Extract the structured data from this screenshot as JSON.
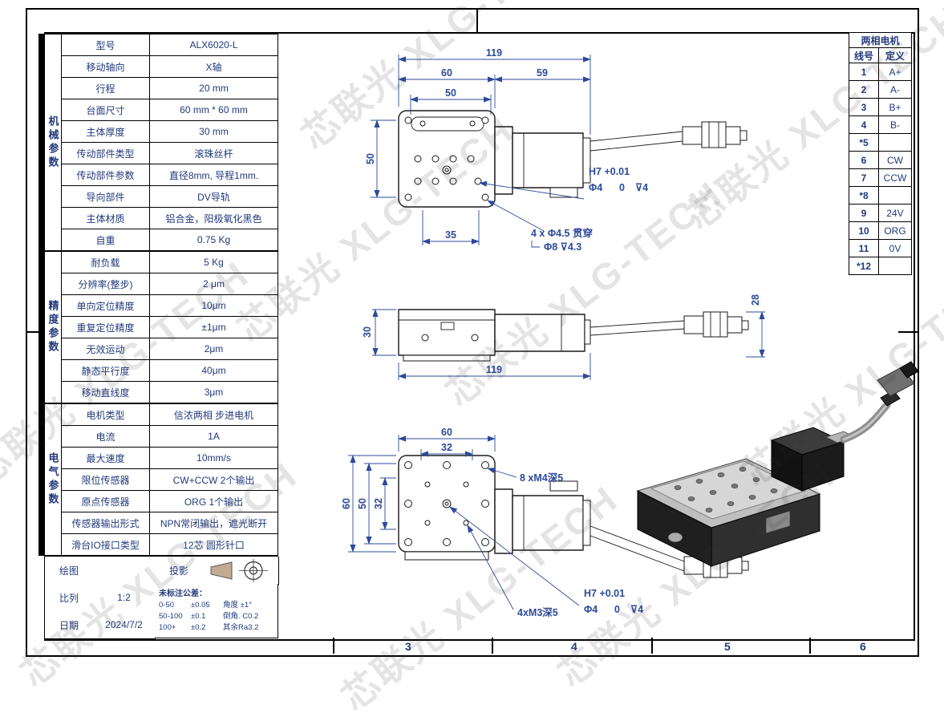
{
  "watermark": {
    "text": "芯联光 XLG-TECH"
  },
  "frame": {
    "zones": [
      "3",
      "4",
      "5",
      "6"
    ]
  },
  "spec": {
    "sections": [
      {
        "title": "机械参数",
        "rows": [
          {
            "label": "型号",
            "value": "ALX6020-L"
          },
          {
            "label": "移动轴向",
            "value": "X轴"
          },
          {
            "label": "行程",
            "value": "20 mm"
          },
          {
            "label": "台面尺寸",
            "value": "60 mm * 60 mm"
          },
          {
            "label": "主体厚度",
            "value": "30 mm"
          },
          {
            "label": "传动部件类型",
            "value": "滚珠丝杆"
          },
          {
            "label": "传动部件参数",
            "value": "直径8mm, 导程1mm."
          },
          {
            "label": "导向部件",
            "value": "DV导轨"
          },
          {
            "label": "主体材质",
            "value": "铝合金，阳极氧化黑色"
          },
          {
            "label": "自重",
            "value": "0.75 Kg"
          }
        ]
      },
      {
        "title": "精度参数",
        "rows": [
          {
            "label": "耐负载",
            "value": "5 Kg"
          },
          {
            "label": "分辨率(整步)",
            "value": "2 μm"
          },
          {
            "label": "单向定位精度",
            "value": "10μm"
          },
          {
            "label": "重复定位精度",
            "value": "±1μm"
          },
          {
            "label": "无效运动",
            "value": "2μm"
          },
          {
            "label": "静态平行度",
            "value": "40μm"
          },
          {
            "label": "移动直线度",
            "value": "3μm"
          }
        ]
      },
      {
        "title": "电气参数",
        "rows": [
          {
            "label": "电机类型",
            "value": "信浓两相 步进电机"
          },
          {
            "label": "电流",
            "value": "1A"
          },
          {
            "label": "最大速度",
            "value": "10mm/s"
          },
          {
            "label": "限位传感器",
            "value": "CW+CCW 2个输出"
          },
          {
            "label": "原点传感器",
            "value": "ORG 1个输出"
          },
          {
            "label": "传感器输出形式",
            "value": "NPN常闭输出，遮光断开"
          },
          {
            "label": "滑台IO接口类型",
            "value": "12芯 圆形针口"
          }
        ]
      }
    ]
  },
  "title_block": {
    "draw_label": "绘图",
    "projection_label": "投影",
    "scale_label": "比列",
    "scale_value": "1:2",
    "date_label": "日期",
    "date_value": "2024/7/2",
    "tol_title": "未标注公差：",
    "tol_rows": [
      {
        "range": "0-50",
        "value": "±0.05",
        "extra": "角度 ±1°"
      },
      {
        "range": "50-100",
        "value": "±0.1",
        "extra": "倒角. C0.2"
      },
      {
        "range": "100+",
        "value": "±0.2",
        "extra": "其余Ra3.2"
      }
    ]
  },
  "motor_table": {
    "title": "两相电机",
    "col1": "线号",
    "col2": "定义",
    "rows": [
      {
        "num": "1",
        "def": "A+"
      },
      {
        "num": "2",
        "def": "A-"
      },
      {
        "num": "3",
        "def": "B+"
      },
      {
        "num": "4",
        "def": "B-"
      },
      {
        "num": "*5",
        "def": ""
      },
      {
        "num": "6",
        "def": "CW"
      },
      {
        "num": "7",
        "def": "CCW"
      },
      {
        "num": "*8",
        "def": ""
      },
      {
        "num": "9",
        "def": "24V"
      },
      {
        "num": "10",
        "def": "ORG"
      },
      {
        "num": "11",
        "def": "0V"
      },
      {
        "num": "*12",
        "def": ""
      }
    ]
  },
  "drawing": {
    "top_view": {
      "d119": "119",
      "d60": "60",
      "d59": "59",
      "d50h": "50",
      "d50v": "50",
      "d35": "35",
      "h7": "H7 +0.01",
      "dia": "Φ4",
      "tol_zero": "0",
      "depth": "⊽4",
      "holes_note": "4 x Φ4.5 贯穿",
      "cbore_note": "Φ8 ⊽4.3"
    },
    "side_view": {
      "d30": "30",
      "d28": "28",
      "d119": "119"
    },
    "bottom_view": {
      "d60_top": "60",
      "d32_top": "32",
      "d60_left": "60",
      "d50_left": "50",
      "d32_left": "32",
      "m4_note": "8 xM4深5",
      "m3_note": "4xM3深5",
      "h7": "H7 +0.01",
      "dia": "Φ4",
      "tol_zero": "0",
      "depth": "⊽4"
    }
  }
}
